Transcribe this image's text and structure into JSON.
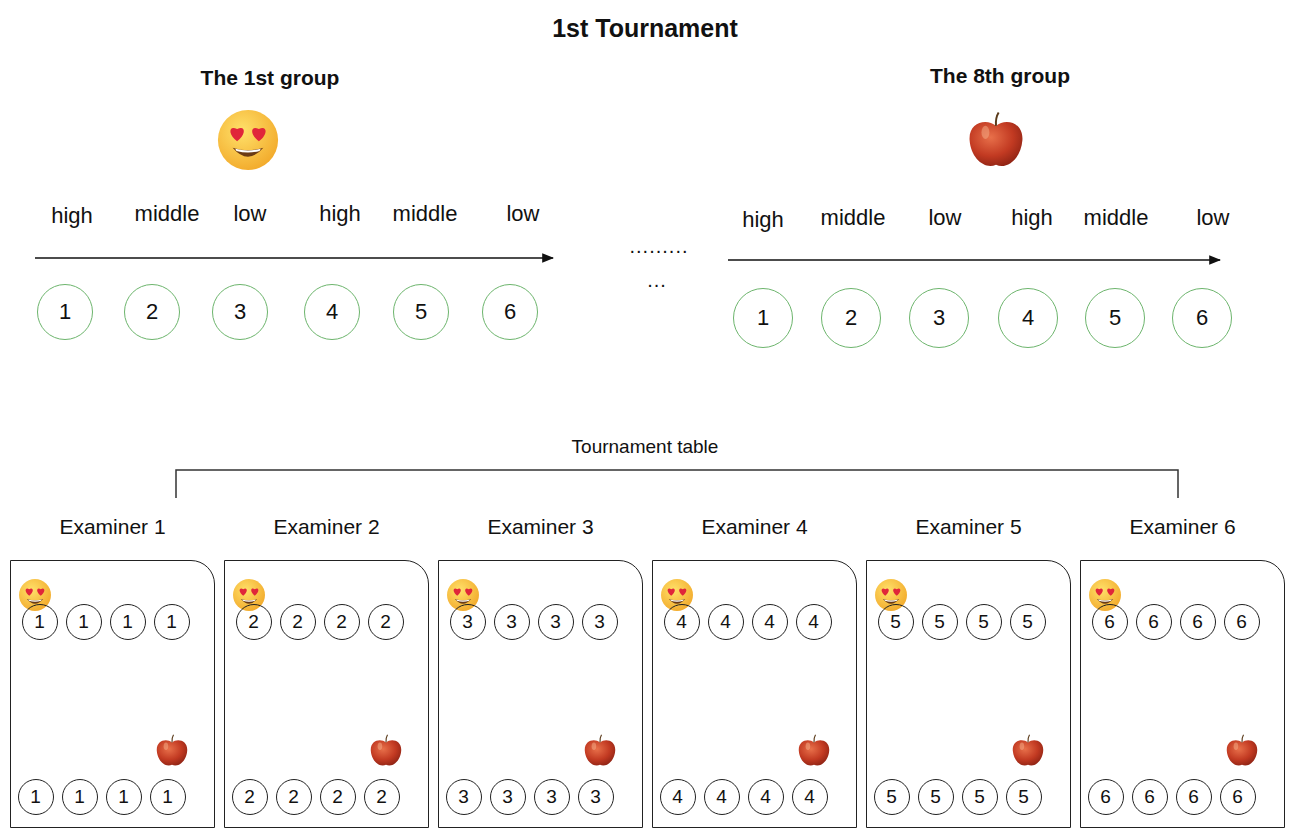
{
  "diagram": {
    "title": "1st Tournament",
    "nodes": [
      {
        "text": [
          "1"
        ]
      },
      {
        "text": [
          "2"
        ]
      },
      {
        "text": [
          "3"
        ]
      },
      {
        "text": [
          "4"
        ]
      },
      {
        "text": [
          "5"
        ]
      },
      {
        "text": [
          "6"
        ]
      },
      {
        "text": [
          "1"
        ]
      },
      {
        "text": [
          "2"
        ]
      },
      {
        "text": [
          "3"
        ]
      },
      {
        "text": [
          "4"
        ]
      },
      {
        "text": [
          "5"
        ]
      },
      {
        "text": [
          "6"
        ]
      },
      {
        "text": [
          "Examiner 1"
        ]
      },
      {
        "text": [
          "1"
        ],
        "in": 12
      },
      {
        "text": [
          "1"
        ],
        "in": 12
      },
      {
        "text": [
          "1"
        ],
        "in": 12
      },
      {
        "text": [
          "1"
        ],
        "in": 12
      },
      {
        "text": [
          "1"
        ],
        "in": 12
      },
      {
        "text": [
          "1"
        ],
        "in": 12
      },
      {
        "text": [
          "1"
        ],
        "in": 12
      },
      {
        "text": [
          "1"
        ],
        "in": 12
      },
      {
        "text": [
          "Examiner 2"
        ]
      },
      {
        "text": [
          "2"
        ],
        "in": 21
      },
      {
        "text": [
          "2"
        ],
        "in": 21
      },
      {
        "text": [
          "2"
        ],
        "in": 21
      },
      {
        "text": [
          "2"
        ],
        "in": 21
      },
      {
        "text": [
          "2"
        ],
        "in": 21
      },
      {
        "text": [
          "2"
        ],
        "in": 21
      },
      {
        "text": [
          "2"
        ],
        "in": 21
      },
      {
        "text": [
          "2"
        ],
        "in": 21
      },
      {
        "text": [
          "Examiner 3"
        ]
      },
      {
        "text": [
          "3"
        ],
        "in": 30
      },
      {
        "text": [
          "3"
        ],
        "in": 30
      },
      {
        "text": [
          "3"
        ],
        "in": 30
      },
      {
        "text": [
          "3"
        ],
        "in": 30
      },
      {
        "text": [
          "3"
        ],
        "in": 30
      },
      {
        "text": [
          "3"
        ],
        "in": 30
      },
      {
        "text": [
          "3"
        ],
        "in": 30
      },
      {
        "text": [
          "3"
        ],
        "in": 30
      },
      {
        "text": [
          "Examiner 4"
        ]
      },
      {
        "text": [
          "4"
        ],
        "in": 39
      },
      {
        "text": [
          "4"
        ],
        "in": 39
      },
      {
        "text": [
          "4"
        ],
        "in": 39
      },
      {
        "text": [
          "4"
        ],
        "in": 39
      },
      {
        "text": [
          "4"
        ],
        "in": 39
      },
      {
        "text": [
          "4"
        ],
        "in": 39
      },
      {
        "text": [
          "4"
        ],
        "in": 39
      },
      {
        "text": [
          "4"
        ],
        "in": 39
      },
      {
        "text": [
          "Examiner 5"
        ]
      },
      {
        "text": [
          "5"
        ],
        "in": 48
      },
      {
        "text": [
          "5"
        ],
        "in": 48
      },
      {
        "text": [
          "5"
        ],
        "in": 48
      },
      {
        "text": [
          "5"
        ],
        "in": 48
      },
      {
        "text": [
          "5"
        ],
        "in": 48
      },
      {
        "text": [
          "5"
        ],
        "in": 48
      },
      {
        "text": [
          "5"
        ],
        "in": 48
      },
      {
        "text": [
          "5"
        ],
        "in": 48
      },
      {
        "text": [
          "Examiner 6"
        ]
      },
      {
        "text": [
          "6"
        ],
        "in": 57
      },
      {
        "text": [
          "6"
        ],
        "in": 57
      },
      {
        "text": [
          "6"
        ],
        "in": 57
      },
      {
        "text": [
          "6"
        ],
        "in": 57
      },
      {
        "text": [
          "6"
        ],
        "in": 57
      },
      {
        "text": [
          "6"
        ],
        "in": 57
      },
      {
        "text": [
          "6"
        ],
        "in": 57
      },
      {
        "text": [
          "6"
        ],
        "in": 57
      }
    ],
    "labels": [
      "The 1st group",
      "The 8th group",
      "high",
      "middle",
      "low",
      "high",
      "middle",
      "low",
      "high",
      "middle",
      "low",
      "high",
      "middle",
      "low",
      ".........",
      "...",
      "Tournament table"
    ]
  }
}
